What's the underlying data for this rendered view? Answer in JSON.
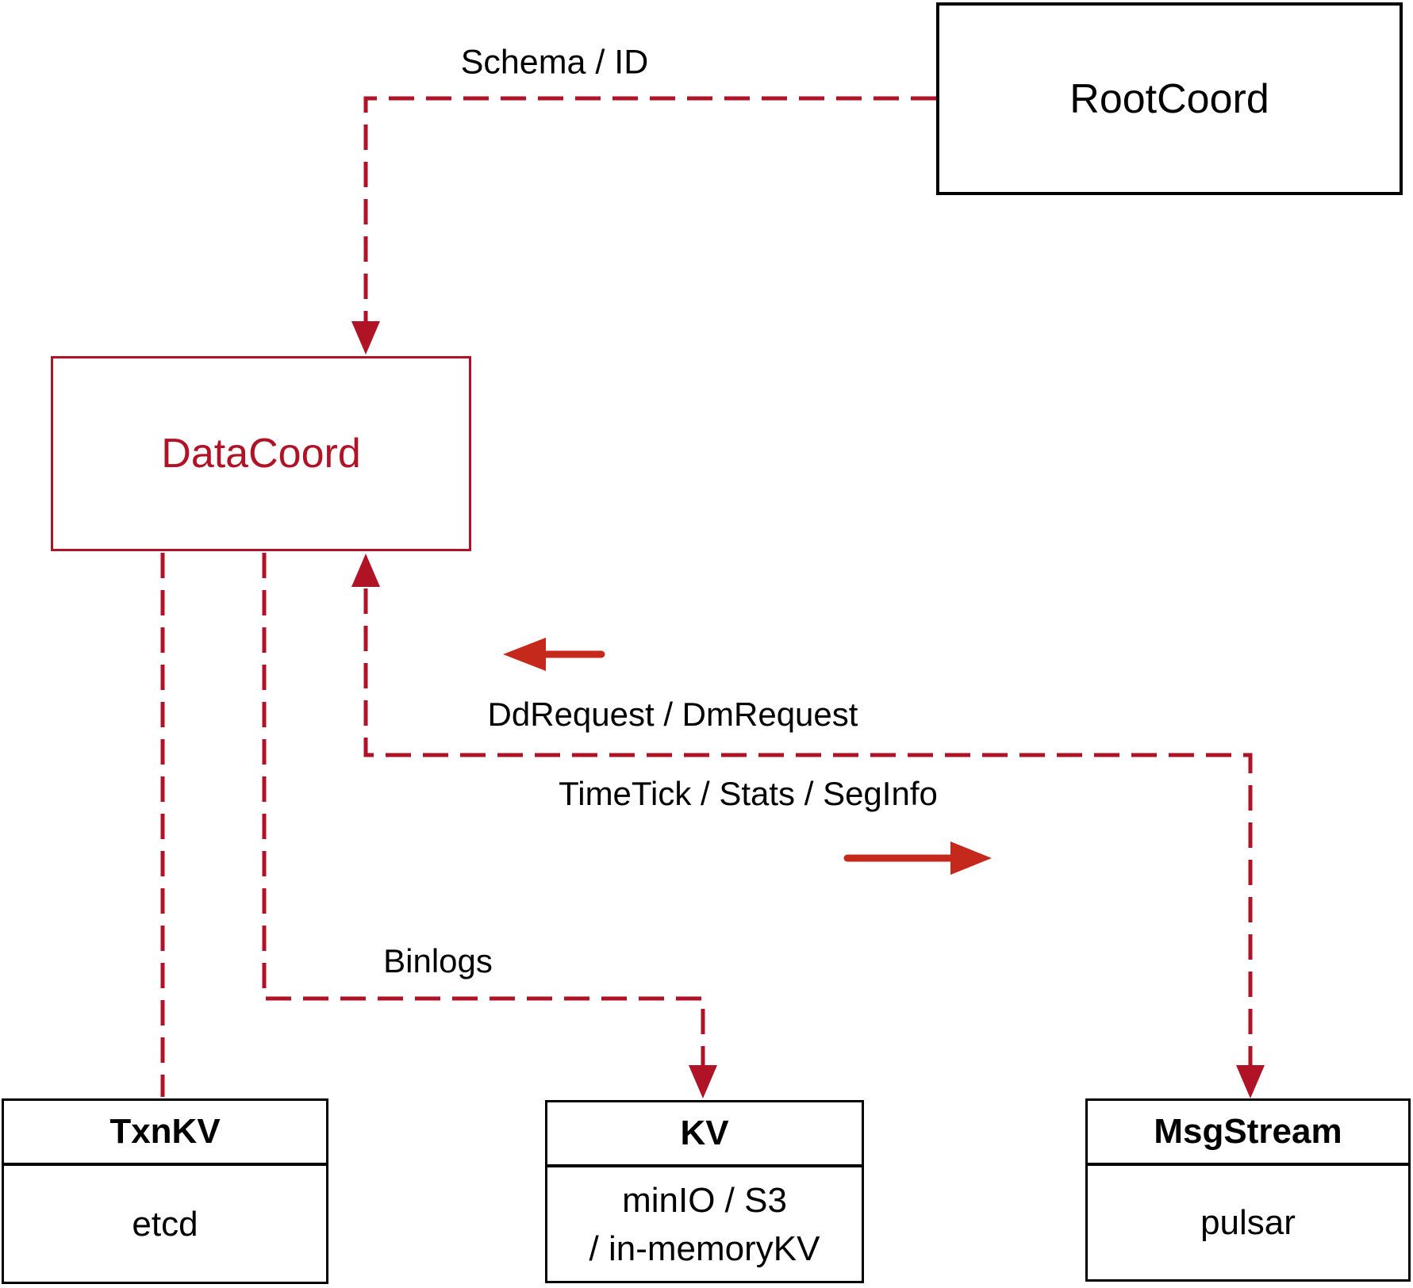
{
  "diagram": {
    "nodes": {
      "rootcoord": {
        "label": "RootCoord"
      },
      "datacoord": {
        "label": "DataCoord"
      },
      "txnkv": {
        "title": "TxnKV",
        "body": "etcd"
      },
      "kv": {
        "title": "KV",
        "body_line1": "minIO / S3",
        "body_line2": "/ in-memoryKV"
      },
      "msgstream": {
        "title": "MsgStream",
        "body": "pulsar"
      }
    },
    "edge_labels": {
      "schema_id": "Schema / ID",
      "dd_dm_request": "DdRequest / DmRequest",
      "timetick_stats_seginfo": "TimeTick / Stats / SegInfo",
      "binlogs": "Binlogs"
    },
    "colors": {
      "dashed_line": "#B01226",
      "solid_arrow": "#C5291B",
      "box_border_black": "#000000",
      "text_black": "#000000",
      "background": "#FFFFFF"
    }
  }
}
